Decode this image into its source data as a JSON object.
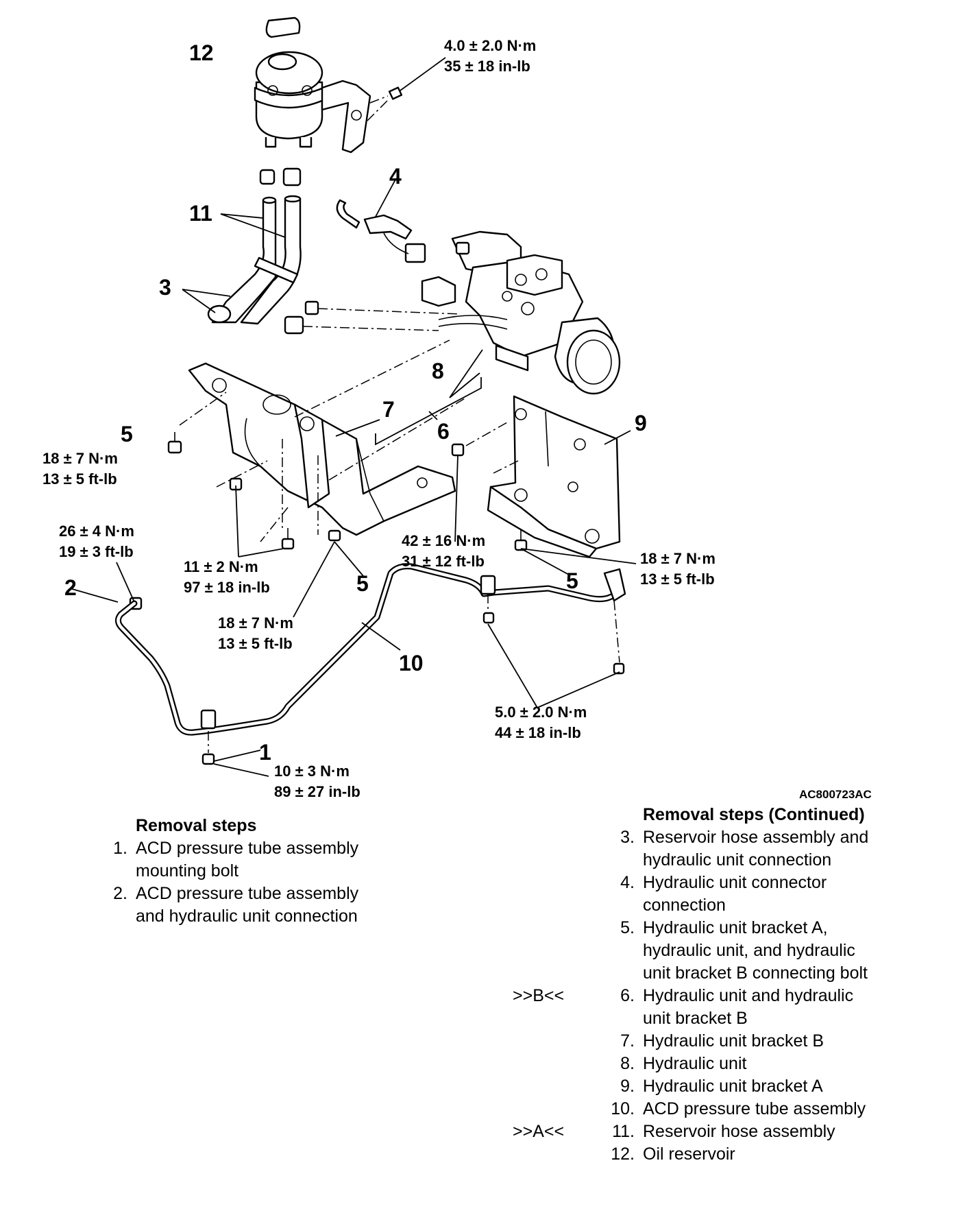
{
  "figure_id": "AC800723AC",
  "callouts": {
    "c1": "1",
    "c2": "2",
    "c3": "3",
    "c4": "4",
    "c5a": "5",
    "c5b": "5",
    "c5c": "5",
    "c6": "6",
    "c7": "7",
    "c8": "8",
    "c9": "9",
    "c10": "10",
    "c11": "11",
    "c12": "12"
  },
  "torque": {
    "t12": [
      "4.0 ± 2.0 N·m",
      "35 ± 18 in-lb"
    ],
    "t5_left": [
      "18 ± 7 N·m",
      "13 ± 5 ft-lb"
    ],
    "t2": [
      "26 ± 4 N·m",
      "19 ± 3 ft-lb"
    ],
    "t11nm": [
      "11 ± 2 N·m",
      "97 ± 18 in-lb"
    ],
    "t42": [
      "42 ± 16 N·m",
      "31 ± 12 ft-lb"
    ],
    "t5_mid": [
      "18 ± 7 N·m",
      "13 ± 5 ft-lb"
    ],
    "t5_right": [
      "18 ± 7 N·m",
      "13 ± 5 ft-lb"
    ],
    "t10_clamp": [
      "5.0 ± 2.0 N·m",
      "44 ± 18 in-lb"
    ],
    "t1": [
      "10 ± 3 N·m",
      "89 ± 27 in-lb"
    ]
  },
  "removal_steps_left": {
    "title": "Removal steps",
    "items": [
      {
        "num": "1.",
        "lines": [
          "ACD pressure tube assembly",
          "mounting bolt"
        ],
        "mark": ""
      },
      {
        "num": "2.",
        "lines": [
          "ACD pressure tube assembly",
          "and hydraulic unit connection"
        ],
        "mark": ""
      }
    ]
  },
  "removal_steps_right": {
    "title": "Removal steps (Continued)",
    "items": [
      {
        "num": "3.",
        "lines": [
          "Reservoir hose assembly and",
          "hydraulic unit connection"
        ],
        "mark": ""
      },
      {
        "num": "4.",
        "lines": [
          "Hydraulic unit connector",
          "connection"
        ],
        "mark": ""
      },
      {
        "num": "5.",
        "lines": [
          "Hydraulic unit bracket A,",
          "hydraulic unit, and hydraulic",
          "unit bracket B connecting bolt"
        ],
        "mark": ""
      },
      {
        "num": "6.",
        "lines": [
          "Hydraulic unit and hydraulic",
          "unit bracket B"
        ],
        "mark": ">>B<<"
      },
      {
        "num": "7.",
        "lines": [
          "Hydraulic unit bracket B"
        ],
        "mark": ""
      },
      {
        "num": "8.",
        "lines": [
          "Hydraulic unit"
        ],
        "mark": ""
      },
      {
        "num": "9.",
        "lines": [
          "Hydraulic unit bracket A"
        ],
        "mark": ""
      },
      {
        "num": "10.",
        "lines": [
          "ACD pressure tube assembly"
        ],
        "mark": ""
      },
      {
        "num": "11.",
        "lines": [
          "Reservoir hose assembly"
        ],
        "mark": ">>A<<"
      },
      {
        "num": "12.",
        "lines": [
          "Oil reservoir"
        ],
        "mark": ""
      }
    ]
  }
}
